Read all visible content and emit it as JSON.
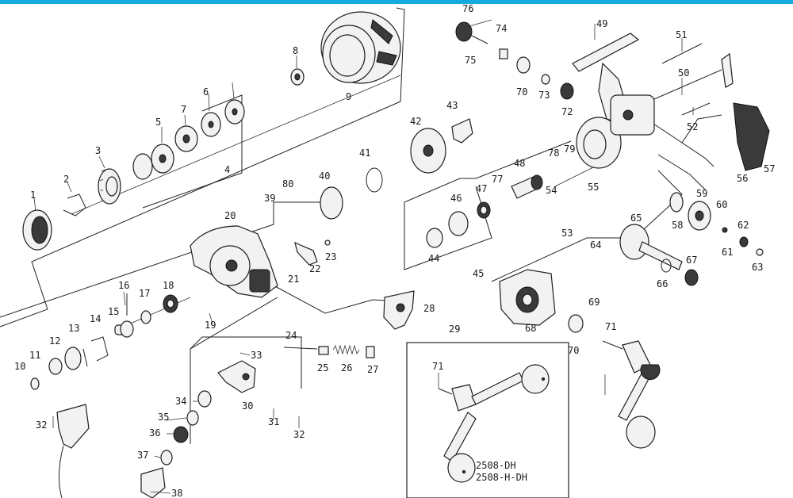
{
  "accent_color": "#16a9e0",
  "parts": [
    "1",
    "2",
    "3",
    "4",
    "5",
    "6",
    "7",
    "8",
    "9",
    "10",
    "11",
    "12",
    "13",
    "14",
    "15",
    "16",
    "17",
    "18",
    "19",
    "20",
    "21",
    "22",
    "23",
    "24",
    "25",
    "26",
    "27",
    "28",
    "29",
    "30",
    "31",
    "32",
    "33",
    "34",
    "35",
    "36",
    "37",
    "38",
    "39",
    "40",
    "41",
    "42",
    "43",
    "44",
    "45",
    "46",
    "47",
    "48",
    "49",
    "50",
    "51",
    "52",
    "53",
    "54",
    "55",
    "56",
    "57",
    "58",
    "59",
    "60",
    "61",
    "62",
    "63",
    "64",
    "65",
    "66",
    "67",
    "68",
    "69",
    "70",
    "71",
    "72",
    "73",
    "74",
    "75",
    "76",
    "77",
    "78",
    "79",
    "80"
  ],
  "extra_labels": [
    "32",
    "70",
    "71"
  ],
  "inset_model_codes": [
    "2508-DH",
    "2508-H-DH"
  ]
}
